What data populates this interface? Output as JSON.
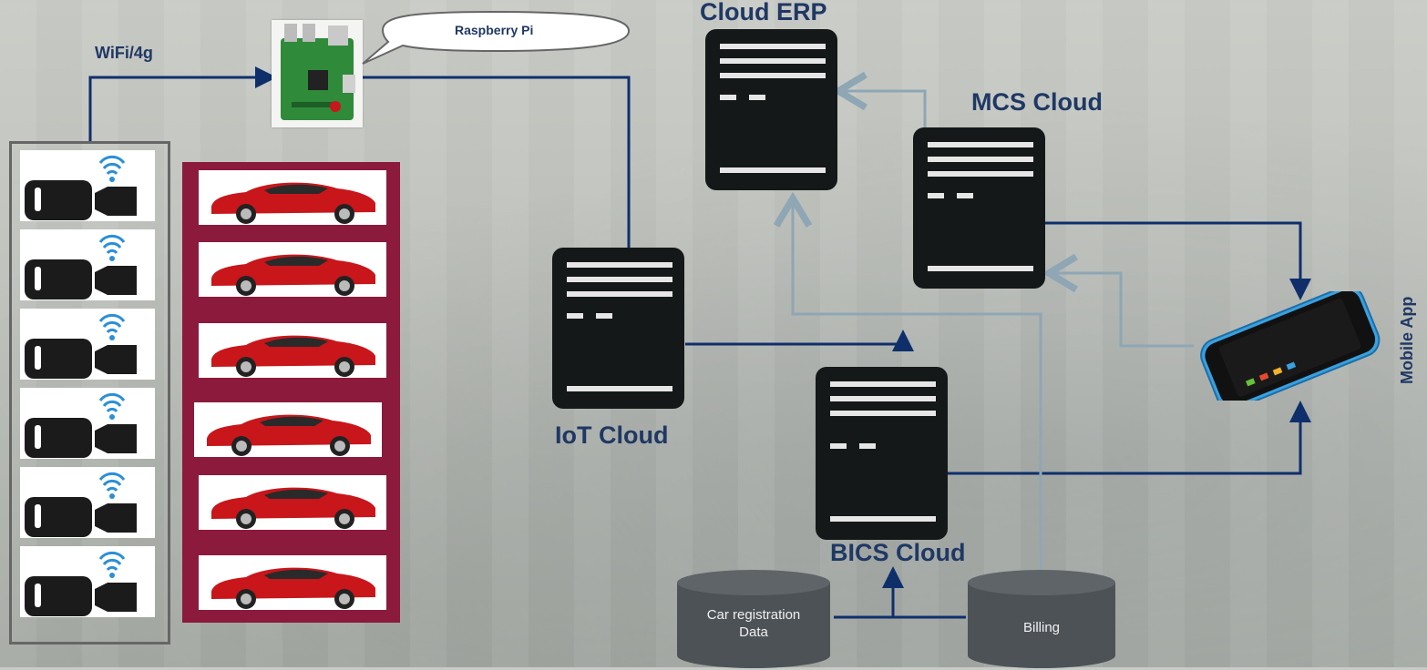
{
  "labels": {
    "wifi": "WiFi/4g",
    "raspberry_pi": "Raspberry Pi",
    "cloud_erp": "Cloud ERP",
    "mcs_cloud": "MCS Cloud",
    "iot_cloud": "IoT Cloud",
    "bics_cloud": "BICS Cloud",
    "mobile_app": "Mobile App"
  },
  "databases": {
    "car_registration_line1": "Car registration",
    "car_registration_line2": "Data",
    "billing": "Billing"
  },
  "colors": {
    "arrow_dark": "#0f2f6b",
    "arrow_light": "#8fa6b4",
    "server": "#151819",
    "car_panel": "#8b1a3c",
    "label": "#1f3864",
    "car": "#c8161b",
    "wifi_icon": "#2b8fd8"
  },
  "icons": {
    "camera": "wifi-camera-icon",
    "car": "red-sports-car-icon",
    "board": "raspberry-pi-board-icon",
    "phone": "smartphone-icon"
  }
}
